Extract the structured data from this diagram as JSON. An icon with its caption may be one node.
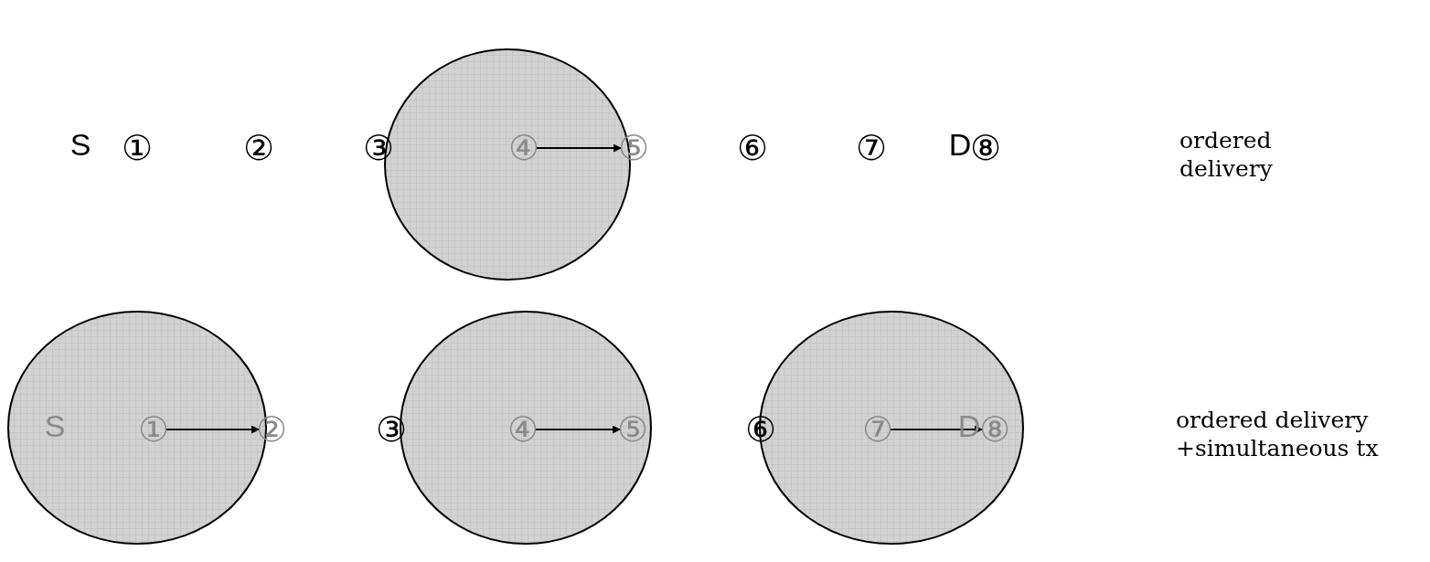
{
  "diagram": {
    "nodes": [
      {
        "text": [
          "①"
        ],
        "beside": [
          "S"
        ]
      },
      {
        "text": [
          "②"
        ]
      },
      {
        "text": [
          "③"
        ]
      },
      {
        "text": [],
        "shape": "circle"
      },
      {
        "text": [
          "④"
        ],
        "in": 3
      },
      {
        "text": [
          "⑤"
        ]
      },
      {
        "text": [
          "⑥"
        ]
      },
      {
        "text": [
          "⑦"
        ]
      },
      {
        "text": [
          "⑧"
        ],
        "beside": [
          "D"
        ]
      },
      {
        "text": [],
        "shape": "circle"
      },
      {
        "text": [
          "①"
        ],
        "in": 9,
        "beside": [
          "S"
        ]
      },
      {
        "text": [
          "②"
        ]
      },
      {
        "text": [
          "③"
        ]
      },
      {
        "text": [],
        "shape": "circle"
      },
      {
        "text": [
          "④"
        ],
        "in": 13
      },
      {
        "text": [
          "⑤"
        ],
        "in": 13
      },
      {
        "text": [
          "⑥"
        ]
      },
      {
        "text": [],
        "shape": "circle"
      },
      {
        "text": [
          "⑦"
        ],
        "in": 17
      },
      {
        "text": [
          "⑧"
        ],
        "in": 17,
        "beside": [
          "D"
        ]
      }
    ],
    "edges": [
      {
        "from": 4,
        "to": 5,
        "arrow": "to"
      },
      {
        "from": 10,
        "to": 11,
        "arrow": "to"
      },
      {
        "from": 14,
        "to": 15,
        "arrow": "to"
      },
      {
        "from": 18,
        "to": 19,
        "arrow": "to"
      }
    ],
    "labels": [
      "ordered delivery",
      "ordered delivery +simultaneous tx"
    ]
  }
}
